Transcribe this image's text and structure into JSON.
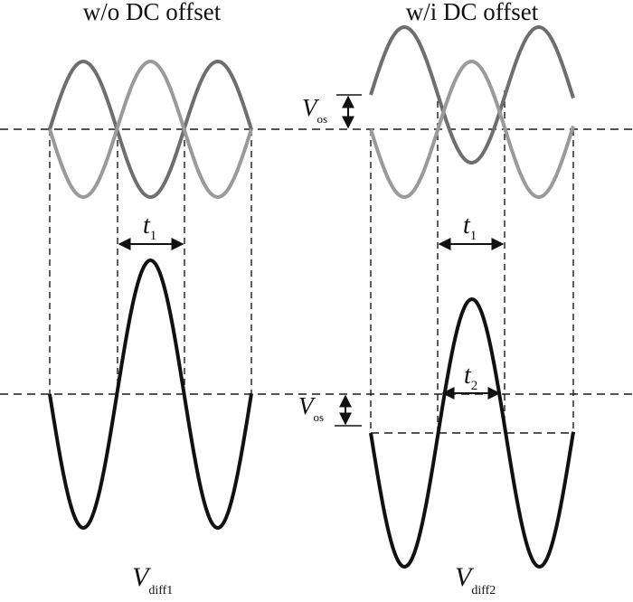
{
  "titles": {
    "left": "w/o DC offset",
    "right": "w/i DC offset"
  },
  "labels": {
    "t1_left": "t",
    "t1_left_sub": "1",
    "t1_right": "t",
    "t1_right_sub": "1",
    "t2": "t",
    "t2_sub": "2",
    "vos_top": "V",
    "vos_top_sub": "os",
    "vos_bottom": "V",
    "vos_bottom_sub": "os",
    "vdiff1": "V",
    "vdiff1_sub": "diff1",
    "vdiff2": "V",
    "vdiff2_sub": "diff2"
  },
  "colors": {
    "signal_dark": "#6e6e6e",
    "signal_light": "#9a9a9a",
    "diff_signal": "#111111",
    "guides": "#1a1a1a"
  }
}
